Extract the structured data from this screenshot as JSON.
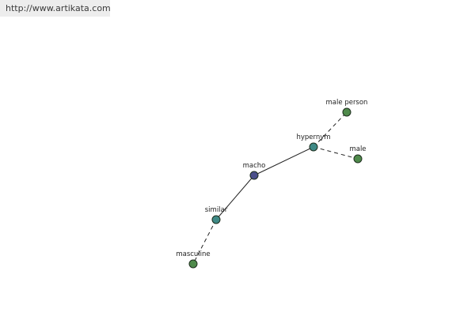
{
  "url": "http://www.artikata.com",
  "colors": {
    "center": "#4a4f8a",
    "relation": "#3f8a86",
    "leaf": "#4f8a4b"
  },
  "nodes": [
    {
      "id": "macho",
      "label": "macho",
      "kind": "center"
    },
    {
      "id": "hypernym",
      "label": "hypernym",
      "kind": "relation"
    },
    {
      "id": "similar",
      "label": "similar",
      "kind": "relation"
    },
    {
      "id": "male_person",
      "label": "male person",
      "kind": "leaf"
    },
    {
      "id": "male",
      "label": "male",
      "kind": "leaf"
    },
    {
      "id": "masculine",
      "label": "masculine",
      "kind": "leaf"
    }
  ],
  "edges": [
    {
      "from": "macho",
      "to": "hypernym",
      "style": "solid"
    },
    {
      "from": "macho",
      "to": "similar",
      "style": "solid"
    },
    {
      "from": "hypernym",
      "to": "male_person",
      "style": "dashed"
    },
    {
      "from": "hypernym",
      "to": "male",
      "style": "dashed"
    },
    {
      "from": "similar",
      "to": "masculine",
      "style": "dashed"
    }
  ]
}
